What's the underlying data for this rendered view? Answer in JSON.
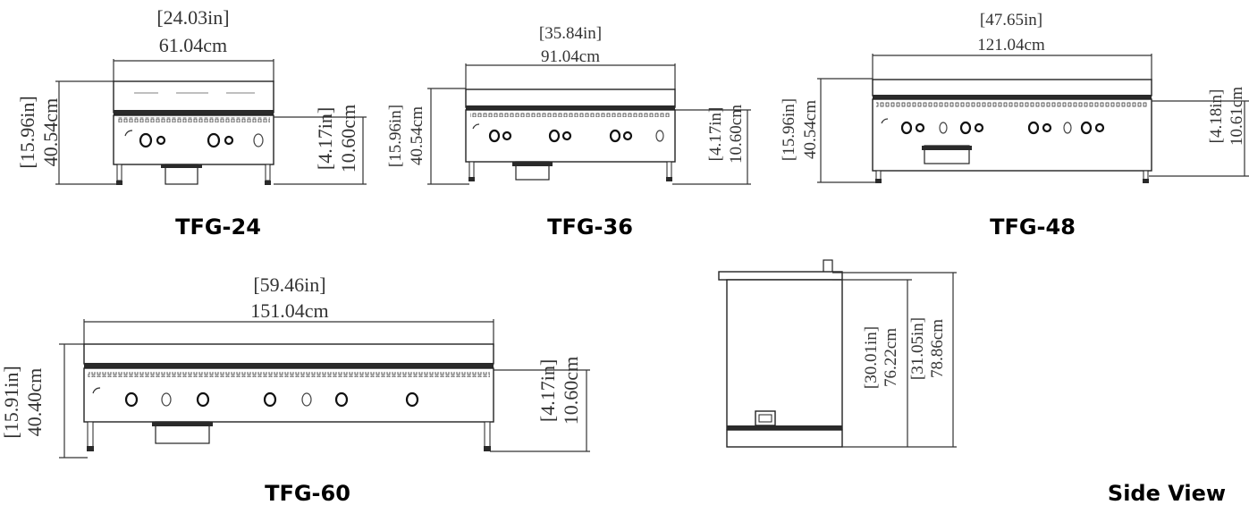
{
  "models": {
    "tfg24": {
      "label": "TFG-24",
      "width_in": "[24.03in]",
      "width_cm": "61.04cm",
      "height_in": "[15.96in]",
      "height_cm": "40.54cm",
      "plate_in": "[4.17in]",
      "plate_cm": "10.60cm"
    },
    "tfg36": {
      "label": "TFG-36",
      "width_in": "[35.84in]",
      "width_cm": "91.04cm",
      "height_in": "[15.96in]",
      "height_cm": "40.54cm",
      "plate_in": "[4.17in]",
      "plate_cm": "10.60cm"
    },
    "tfg48": {
      "label": "TFG-48",
      "width_in": "[47.65in]",
      "width_cm": "121.04cm",
      "height_in": "[15.96in]",
      "height_cm": "40.54cm",
      "plate_in": "[4.18in]",
      "plate_cm": "10.61cm"
    },
    "tfg60": {
      "label": "TFG-60",
      "width_in": "[59.46in]",
      "width_cm": "151.04cm",
      "height_in": "[15.91in]",
      "height_cm": "40.40cm",
      "plate_in": "[4.17in]",
      "plate_cm": "10.60cm"
    }
  },
  "side_view": {
    "label": "Side View",
    "depth_in": "[30.01in]",
    "depth_cm": "76.22cm",
    "total_in": "[31.05in]",
    "total_cm": "78.86cm"
  }
}
